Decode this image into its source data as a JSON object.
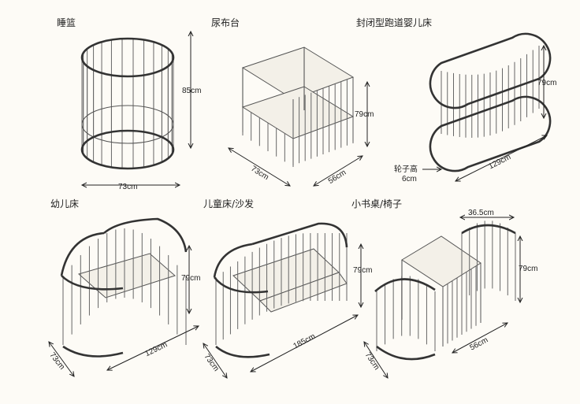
{
  "titles": {
    "cradle": "睡篮",
    "changing_table": "尿布台",
    "enclosed_crib": "封闭型跑道婴儿床",
    "toddler_bed": "幼儿床",
    "kids_bed_sofa": "儿童床/沙发",
    "desk_chair": "小书桌/椅子"
  },
  "dims": {
    "cradle_height": "85cm",
    "cradle_width": "73cm",
    "table_height": "79cm",
    "table_width": "73cm",
    "table_depth": "56cm",
    "crib_height": "79cm",
    "crib_length": "129cm",
    "wheel_label_1": "轮子高",
    "wheel_label_2": "6cm",
    "toddler_height": "79cm",
    "toddler_length": "129cm",
    "toddler_width": "73cm",
    "sofa_height": "79cm",
    "sofa_length": "185cm",
    "sofa_width": "73cm",
    "desk_top_width": "36.5cm",
    "desk_height": "79cm",
    "desk_depth": "56cm",
    "desk_width": "73cm"
  },
  "colors": {
    "background": "#fdfbf6",
    "line": "#555555"
  }
}
